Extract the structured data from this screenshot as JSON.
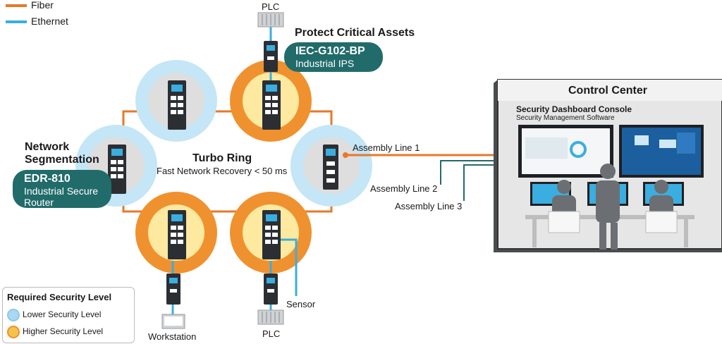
{
  "legend_lines": {
    "fiber": {
      "label": "Fiber",
      "color": "#e8782a"
    },
    "ethernet": {
      "label": "Ethernet",
      "color": "#3aaee0"
    }
  },
  "titles": {
    "protect": "Protect Critical Assets",
    "segmentation_line1": "Network",
    "segmentation_line2": "Segmentation",
    "turbo_ring": "Turbo Ring",
    "turbo_ring_sub": "Fast Network Recovery < 50 ms"
  },
  "callouts": {
    "ips": {
      "name": "IEC-G102-BP",
      "desc": "Industrial IPS"
    },
    "router": {
      "name": "EDR-810",
      "desc_line1": "Industrial Secure",
      "desc_line2": "Router"
    }
  },
  "devices": {
    "plc_top": "PLC",
    "plc_bottom": "PLC",
    "workstation": "Workstation",
    "sensor": "Sensor"
  },
  "lines": {
    "assembly1": "Assembly Line 1",
    "assembly2": "Assembly Line 2",
    "assembly3": "Assembly Line 3"
  },
  "control_center": {
    "title": "Control Center",
    "console_title": "Security Dashboard Console",
    "console_sub": "Security Management Software"
  },
  "security_legend": {
    "title": "Required Security Level",
    "lower": "Lower Security Level",
    "higher": "Higher Security Level",
    "lower_color": "#a9d8f0",
    "higher_color": "#f3c44a"
  },
  "colors": {
    "teal": "#226b6b",
    "orange_ring": "#f0912f",
    "yellow_core": "#fde9a0",
    "blue_ring": "#b5dff3",
    "grey_core": "#dcdcdc"
  }
}
